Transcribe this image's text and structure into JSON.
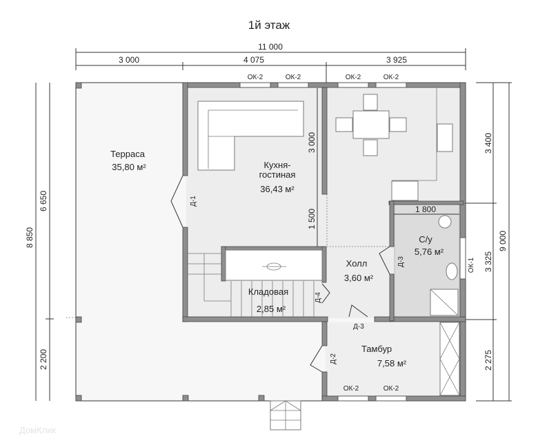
{
  "title": "1й этаж",
  "dimensions": {
    "top_total": "11 000",
    "top_segments": [
      "3 000",
      "4 075",
      "3 925"
    ],
    "left_total": "8 850",
    "left_upper": "6 650",
    "left_lower": "2 200",
    "right_total": "9 000",
    "right_segments": [
      "3 400",
      "3 325",
      "2 275"
    ],
    "inner_vertical_upper": "3 000",
    "inner_vertical_lower": "1 500",
    "bathroom_width": "1 800"
  },
  "rooms": [
    {
      "name": "Терраса",
      "area": "35,80 м²"
    },
    {
      "name": "Кухня-",
      "name2": "гостиная",
      "area": "36,43 м²"
    },
    {
      "name": "С/у",
      "area": "5,76 м²"
    },
    {
      "name": "Холл",
      "area": "3,60 м²"
    },
    {
      "name": "Кладовая",
      "area": "2,85 м²"
    },
    {
      "name": "Тамбур",
      "area": "7,58 м²"
    }
  ],
  "windows": {
    "ok2": "ОК-2",
    "ok1": "ОК-1"
  },
  "doors": {
    "d1": "Д-1",
    "d2": "Д-2",
    "d3": "Д-3",
    "d4": "Д-4"
  },
  "watermark": "ДомКлик"
}
